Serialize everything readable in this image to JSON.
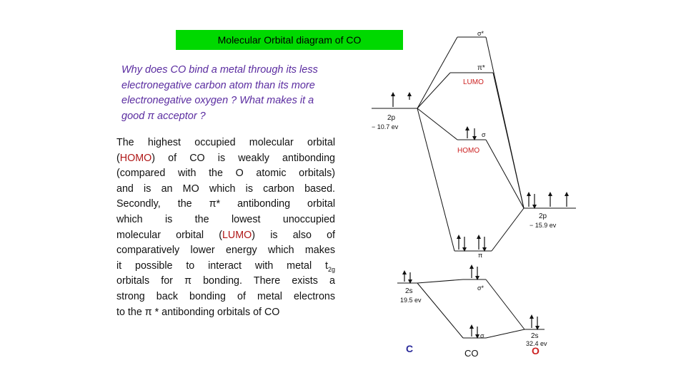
{
  "title": "Molecular Orbital diagram of CO",
  "question_lines": [
    "Why does  CO bind a metal through its less",
    "electronegative carbon atom  than its more",
    "electronegative oxygen ? What makes it a",
    "good π acceptor ?"
  ],
  "body": {
    "l1": "The highest occupied molecular orbital",
    "l2_a": "(",
    "l2_hl": "HOMO",
    "l2_b": ") of CO is weakly antibonding",
    "l3": "(compared with the O atomic orbitals)",
    "l4": "and is an MO which is carbon based.",
    "l5": "Secondly, the π* antibonding orbital",
    "l6": "which is the lowest unoccupied",
    "l7_a": "molecular orbital (",
    "l7_hl": "LUMO",
    "l7_b": ") is also of",
    "l8": "comparatively lower energy which makes",
    "l9_a": "it possible to interact with metal t",
    "l9_sub": "2g",
    "l10": "orbitals for π bonding. There exists a",
    "l11": "strong back bonding of metal electrons",
    "l12": "to the π * antibonding orbitals of CO"
  },
  "diagram": {
    "labels": {
      "sigma_star_top": "σ*",
      "pi_star": "π*",
      "lumo": "LUMO",
      "c_2p": "2p",
      "c_2p_energy": "− 10.7 ev",
      "sigma_homo": "σ",
      "homo": "HOMO",
      "o_2p": "2p",
      "o_2p_energy": "− 15.9 ev",
      "pi_bond": "π",
      "c_2s": "2s",
      "c_2s_energy": "19.5 ev",
      "sigma_star_mid": "σ*",
      "sigma_low": "σ",
      "o_2s": "2s",
      "o_2s_energy": "32.4 ev",
      "atom_c": "C",
      "molecule": "CO",
      "atom_o": "O"
    },
    "colors": {
      "red_label": "#cc2020",
      "blue_label": "#2a2a9a",
      "title_bg": "#00d900",
      "question": "#5a2ca0"
    }
  }
}
